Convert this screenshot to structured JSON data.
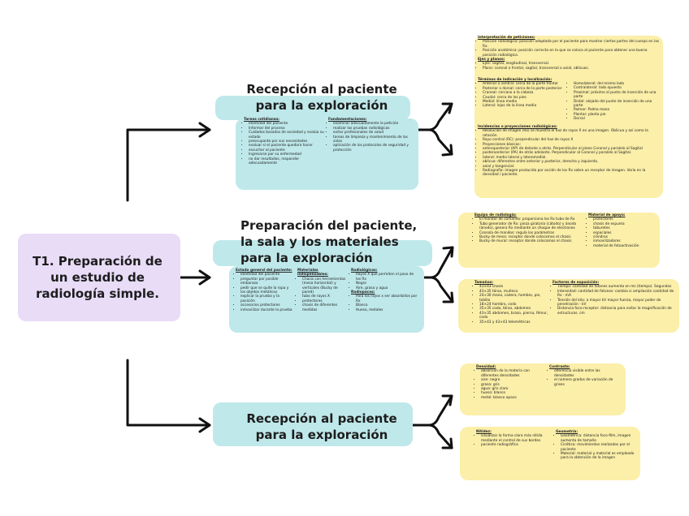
{
  "main_title": "T1. Preparación de un estudio de radiología simple.",
  "section1": {
    "title": "Recepción al paciente para la exploración",
    "tareas_heading": "Tareas cotidianas:",
    "tareas": [
      "Identidad del paciente",
      "Informar del proceso",
      "Cuidados basados de ansiedad y evalúa su estado",
      "preocupante por sus necesidades",
      "evaluar si el paciente quedara hacer",
      "escuchar al paciente",
      "Ingresarse por su enfermedad",
      "no dar resultados, responder adecuadamente"
    ],
    "fund_heading": "Fundamentaciones:",
    "fund": [
      "examinar adecuadamente la petición",
      "realizar las pruebas radiológicas",
      "evitar profesionales de salud",
      "tareas de limpieza y mantenimiento de las salas",
      "aplicación de los protocolos de seguridad y protección"
    ]
  },
  "right1": {
    "interp_heading": "Interpretación de peticiones:",
    "interp": [
      "Posición radiológica: posición adoptada por el paciente para mostrar ciertas partes del cuerpo en las Rx.",
      "Posición anatómica: posición correcta en la que se coloca al paciente para obtener una buena posición radiológica."
    ],
    "ejes_heading": "Ejes y planos:",
    "ejes": [
      "Ejes: sagital, longitudinal, transversal.",
      "Plano: coronal o frontal, sagital, transversal o axial, oblicuos."
    ],
    "term_heading": "Términos de indicación y localización:",
    "term_a": [
      "Anterior o ventral: cerca de la parte frontal",
      "Posterior o dorsal: cerca de la parte posterior",
      "Craneal: cercano a la cabeza",
      "Caudal: cerca de los pies",
      "Medial: línea media",
      "Lateral: lejos de la línea media"
    ],
    "term_b": [
      "Homolateral: del mismo lado",
      "Contralateral: lado opuesto",
      "Proximal: próximo al punto de inserción de una parte",
      "Distal: alejado del punto de inserción de una parte",
      "Palmar: Palma mano",
      "Plantar: planta pie",
      "Dorsal"
    ],
    "incid_heading": "Incidencias o proyecciones radiológicas:",
    "incid": [
      "Resolución de imagen (Rx) se muestra el haz de rayos X en una imagen. Oblicua y así como la rotación.",
      "Rayo central (RC): perpendicular del haz de rayos X",
      "Proyecciones básicas:",
      "anteroposterior (AP) de delante a atrás. Perpendicular al plano Coronal y paralelo al Sagital",
      "posteroanterior (PA) de atrás adelante. Perpendicular al Coronal y paralelo al Sagital.",
      "lateral: medio lateral y lateromedial.",
      "oblicua: diferentes entre anterior y posterior, derecha y izquierda.",
      "axial y tangencial.",
      "Radiografía: imagen producida por acción de los Rx sobre un receptor de imagen. Varía en la densidad / paciente."
    ]
  },
  "section2": {
    "title": "Preparación del paciente, la sala y los materiales para la exploración",
    "estado_heading": "Estado general del paciente:",
    "estado": [
      "Identidad del paciente",
      "preguntar por posible embarazo",
      "pedir que se quite la ropa y los objetos metálicos",
      "explicar la prueba y la posición",
      "accesorios protectores",
      "inmovilizar durante la prueba"
    ],
    "mat_heading": "Materiales indispensables:",
    "mat": [
      "Chasis con herramientas (mesa horizontal) y verticales (Bucky de pared)",
      "tubo de rayos X",
      "protectores",
      "chasis de diferentes medidas"
    ],
    "rad_heading": "Radiológicos:",
    "rad": [
      "Rayos X que permiten el paso de los Rx",
      "Negro",
      "Aire, grasa y agua"
    ],
    "radop_heading": "Radiopacos:",
    "radop": [
      "Para los rayos x ser absorbidos por Rx",
      "Blanco",
      "Hueso, metales"
    ]
  },
  "right2": {
    "equipo_heading": "Equipo de radiología:",
    "equipo": [
      "El monitor de comando: proporciona los Rx tubo de Rx",
      "Tubo generador de Rx: pieza giratoria (cátodo) y ánodo (ánodo), genera Rx mediante un choque de electrones",
      "Consola de mandos: regula los parámetros",
      "Bucky de mesa: receptor donde colocamos el chasis",
      "Bucky de mural: receptor donde colocamos el chasis"
    ],
    "mat_heading": "Material de apoyo:",
    "mat": [
      "protectores",
      "chasis de espuma",
      "taburetes",
      "espaciales",
      "cilindros",
      "inmovilizadores",
      "material de fotoactivación"
    ],
    "tamanos_heading": "Tamaños:",
    "tamanos": [
      "43×43 chasis",
      "43×35 tórax, muñeca",
      "24×30 mano, cadera, hombro, pie, tobillo",
      "18×24 hombro, codo",
      "35×35 codo, tórax, abdomen",
      "43×35 abdomen, brazo, pierna, fémur, codo",
      "35×43 y 43×43 telemétricas"
    ],
    "factores_heading": "Factores de exposición:",
    "factores": [
      "Tiempo: cantidad de fotones aumenta en ms (tiempo). Segundos",
      "Intensidad: cantidad de fotones: cambia si ampliación cantidad de Rx - mA",
      "Tensión del kilo: a mayor kV mayor fuerza, mayor poder de penetración - kV",
      "Distancia foco-receptor: distancia para evitar la magnificación de estructuras. cm"
    ]
  },
  "section3": {
    "title": "Recepción al paciente para la exploración"
  },
  "right3": {
    "densidad_heading": "Densidad:",
    "densidad": [
      "absorción de la materia con diferentes densidades",
      "aire: negro",
      "grasa: gris",
      "agua: gris claro",
      "hueso: blanco",
      "metal: blanco opaco"
    ],
    "contraste_heading": "Contraste:",
    "contraste": [
      "diferencia visible entre las densidades",
      "el número grados de variación de grises"
    ],
    "nitidez_heading": "Nitidez:",
    "nitidez": [
      "visualizar la forma clara más nítida mediante el control de sus bordes",
      "paciente radiográfica"
    ],
    "geometria_heading": "Geometría:",
    "geometria": [
      "Geométrica: distancia foco-film, imagen aumenta de tamaño",
      "Cinética: movimientos realizados por el paciente",
      "Material: material y material es empleado para la obtención de la imagen"
    ]
  },
  "colors": {
    "purple": "#e8dcf7",
    "teal": "#bfe8ea",
    "yellow": "#fbefa9",
    "ink": "#111111"
  }
}
